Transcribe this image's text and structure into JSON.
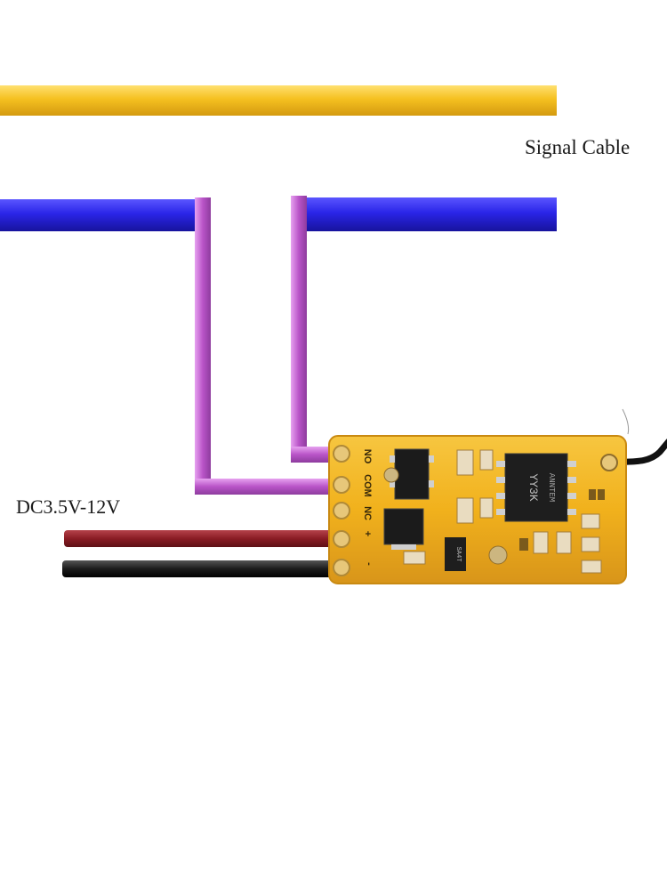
{
  "labels": {
    "signal_cable": "Signal Cable",
    "power_supply": "DC3.5V-12V"
  },
  "pins": [
    "NO",
    "COM",
    "NC",
    "+",
    "-"
  ],
  "chips": {
    "main_ic_line1": "YY3K",
    "main_ic_line2": "ANNTEM",
    "small_ic": "SA4T"
  },
  "colors": {
    "signal_cable": "#f5c020",
    "load_cable": "#2a25e8",
    "relay_wires": "#b954c8",
    "positive_wire": "#8a1c24",
    "negative_wire": "#1c1c1c",
    "board": "#f1b11c",
    "antenna": "#111111"
  }
}
